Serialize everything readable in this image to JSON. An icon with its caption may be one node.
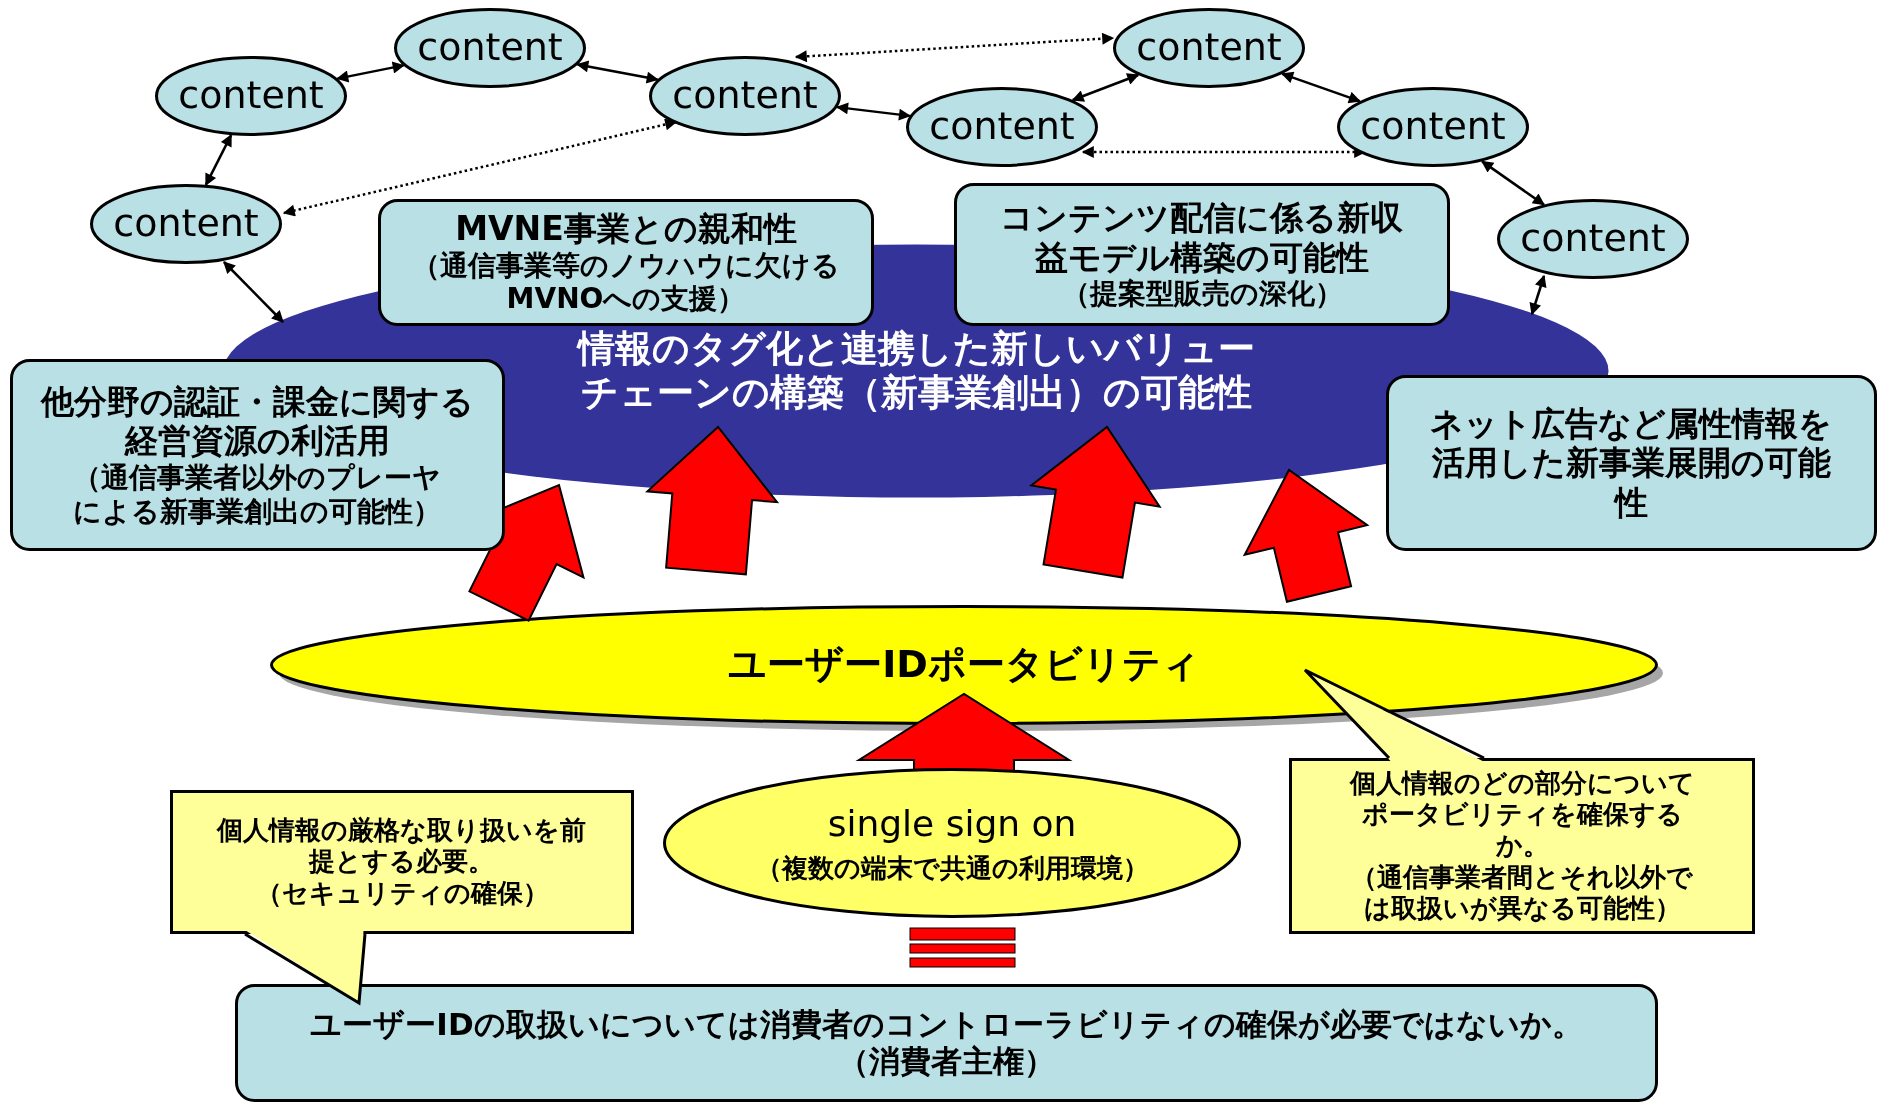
{
  "diagram": {
    "nodes": [
      {
        "text": [
          "content"
        ]
      },
      {
        "text": [
          "content"
        ]
      },
      {
        "text": [
          "content"
        ]
      },
      {
        "text": [
          "content"
        ]
      },
      {
        "text": [
          "content"
        ]
      },
      {
        "text": [
          "content"
        ]
      },
      {
        "text": [
          "content"
        ]
      },
      {
        "text": [
          "content"
        ]
      },
      {
        "text": [
          "情報のタグ化と連携した新しいバリューチェーンの構築（新事業創出）の可能性"
        ]
      },
      {
        "text": [
          "MVNE事業との親和性",
          "（通信事業等のノウハウに欠けるMVNOへの支援）"
        ]
      },
      {
        "text": [
          "コンテンツ配信に係る新収益モデル構築の可能性",
          "（提案型販売の深化）"
        ]
      },
      {
        "text": [
          "他分野の認証・課金に関する経営資源の利活用",
          "（通信事業者以外のプレーヤによる新事業創出の可能性）"
        ]
      },
      {
        "text": [
          "ネット広告など属性情報を活用した新事業展開の可能性"
        ]
      },
      {
        "text": [
          "ユーザーIDポータビリティ"
        ]
      },
      {
        "text": [
          "個人情報の厳格な取り扱いを前提とする必要。",
          "（セキュリティの確保）"
        ]
      },
      {
        "text": [
          "single sign on",
          "（複数の端末で共通の利用環境）"
        ]
      },
      {
        "text": [
          "個人情報のどの部分についてポータビリティを確保するか。",
          "（通信事業者間とそれ以外では取扱いが異なる可能性）"
        ]
      },
      {
        "text": [
          "ユーザーIDの取扱いについては消費者のコントローラビリティの確保が必要ではないか。",
          "（消費者主権）"
        ]
      }
    ],
    "edges": [
      {
        "from": 0,
        "to": 1,
        "arrow": "both"
      },
      {
        "from": 1,
        "to": 2,
        "arrow": "both"
      },
      {
        "from": 2,
        "to": 4,
        "arrow": "both"
      },
      {
        "from": 4,
        "to": 5,
        "arrow": "both"
      },
      {
        "from": 5,
        "to": 6,
        "arrow": "both"
      },
      {
        "from": 6,
        "to": 7,
        "arrow": "both"
      },
      {
        "from": 0,
        "to": 3,
        "arrow": "both"
      },
      {
        "from": 3,
        "to": 8,
        "arrow": "both"
      },
      {
        "from": 7,
        "to": 8,
        "arrow": "both"
      },
      {
        "from": 2,
        "to": 3,
        "arrow": "both",
        "style": "dashed"
      },
      {
        "from": 2,
        "to": 5,
        "arrow": "both",
        "style": "dashed"
      },
      {
        "from": 4,
        "to": 6,
        "arrow": "both",
        "style": "dashed"
      },
      {
        "from": 13,
        "to": 8,
        "arrow": "to",
        "style": "thick",
        "color": "#ff0000"
      },
      {
        "from": 13,
        "to": 8,
        "arrow": "to",
        "style": "thick",
        "color": "#ff0000"
      },
      {
        "from": 13,
        "to": 8,
        "arrow": "to",
        "style": "thick",
        "color": "#ff0000"
      },
      {
        "from": 13,
        "to": 8,
        "arrow": "to",
        "style": "thick",
        "color": "#ff0000"
      },
      {
        "from": 15,
        "to": 13,
        "arrow": "to",
        "style": "thick",
        "color": "#ff0000"
      }
    ]
  }
}
